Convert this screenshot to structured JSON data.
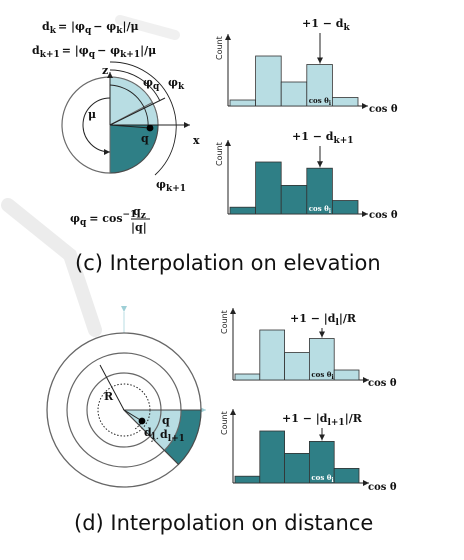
{
  "colors": {
    "light": "#b8dde3",
    "dark": "#2f7f86",
    "stroke": "#555555",
    "watermark": "#d0d0d0"
  },
  "elevation": {
    "formula_dk_lhs": "d",
    "formula_dk_sub": "k",
    "formula_dk_rhs": "= |φ",
    "formula_dk_rhs_q": "q",
    "formula_dk_rhs_mid": "− φ",
    "formula_dk_rhs_k": "k",
    "formula_dk_rhs_end": "|/μ",
    "formula_dk1_lhs": "d",
    "formula_dk1_sub": "k+1",
    "formula_dk1_rhs": "= |φ",
    "formula_dk1_rhs_q": "q",
    "formula_dk1_rhs_mid": "− φ",
    "formula_dk1_rhs_k": "k+1",
    "formula_dk1_rhs_end": "|/μ",
    "label_z": "z",
    "label_x": "x",
    "label_mu": "μ",
    "label_phi_q": "φ",
    "label_phi_q_sub": "q",
    "label_phi_k": "φ",
    "label_phi_k_sub": "k",
    "label_phi_k1": "φ",
    "label_phi_k1_sub": "k+1",
    "label_q": "q",
    "formula_phi_lhs": "φ",
    "formula_phi_sub": "q",
    "formula_phi_mid": "= cos",
    "formula_phi_exp": "−1",
    "formula_phi_num": "q",
    "formula_phi_num_sub": "z",
    "formula_phi_den": "|q|",
    "caption": "(c) Interpolation on elevation"
  },
  "distance": {
    "label_R": "R",
    "label_dl": "d",
    "label_dl_sub": "l",
    "label_dl1": "d",
    "label_dl1_sub": "l+1",
    "label_q": "q",
    "caption": "(d) Interpolation on distance"
  },
  "histograms": [
    {
      "id": "elev-top",
      "fill": "light",
      "ylabel": "Count",
      "xlabel": "cos θ",
      "inner": "cos θ",
      "inner_sub": "i",
      "annotation": "+1 − d",
      "annotation_sub": "k",
      "annotation_tail": "",
      "values": [
        0.12,
        1.0,
        0.48,
        0.83,
        0.17
      ]
    },
    {
      "id": "elev-bottom",
      "fill": "dark",
      "ylabel": "Count",
      "xlabel": "cos θ",
      "inner": "cos θ",
      "inner_sub": "i",
      "annotation": "+1 − d",
      "annotation_sub": "k+1",
      "annotation_tail": "",
      "values": [
        0.13,
        1.0,
        0.55,
        0.88,
        0.26
      ]
    },
    {
      "id": "dist-top",
      "fill": "light",
      "ylabel": "Count",
      "xlabel": "cos θ",
      "inner": "cos θ",
      "inner_sub": "i",
      "annotation": "+1 − |d",
      "annotation_sub": "l",
      "annotation_tail": "|/R",
      "values": [
        0.12,
        1.0,
        0.55,
        0.83,
        0.2
      ]
    },
    {
      "id": "dist-bottom",
      "fill": "dark",
      "ylabel": "Count",
      "xlabel": "cos θ",
      "inner": "cos θ",
      "inner_sub": "i",
      "annotation": "+1 − |d",
      "annotation_sub": "l+1",
      "annotation_tail": "|/R",
      "values": [
        0.13,
        1.0,
        0.57,
        0.8,
        0.28
      ]
    }
  ]
}
